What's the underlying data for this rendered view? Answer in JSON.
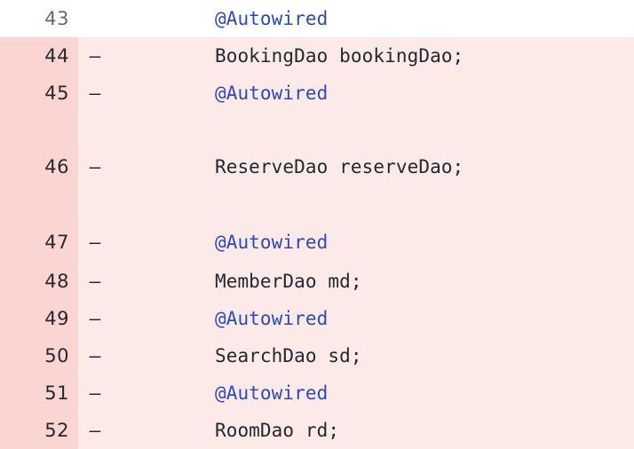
{
  "view": {
    "kind": "code-diff-hunk",
    "language": "java",
    "colors": {
      "context_background": "#ffffff",
      "deletion_background": "#fbeae8",
      "deletion_gutter_background": "#fbd5d2",
      "context_line_number": "#5f6a74",
      "deletion_line_number": "#24292e",
      "code_text": "#24292e",
      "annotation_text": "#2a4bc0"
    }
  },
  "lines": [
    {
      "number": "43",
      "marker": "",
      "type": "context",
      "indent": "        ",
      "code": "@Autowired",
      "token": "annotation",
      "height": "normal"
    },
    {
      "number": "44",
      "marker": "–",
      "type": "deletion",
      "indent": "        ",
      "code": "BookingDao bookingDao;",
      "token": "plain",
      "height": "normal"
    },
    {
      "number": "45",
      "marker": "–",
      "type": "deletion",
      "indent": "        ",
      "code": "@Autowired",
      "token": "annotation",
      "height": "normal"
    },
    {
      "number": "46",
      "marker": "–",
      "type": "deletion",
      "indent": "        ",
      "code": "ReserveDao reserveDao;",
      "token": "plain",
      "height": "tall-46"
    },
    {
      "number": "47",
      "marker": "–",
      "type": "deletion",
      "indent": "        ",
      "code": "@Autowired",
      "token": "annotation",
      "height": "tall-47"
    },
    {
      "number": "48",
      "marker": "–",
      "type": "deletion",
      "indent": "        ",
      "code": "MemberDao md;",
      "token": "plain",
      "height": "normal"
    },
    {
      "number": "49",
      "marker": "–",
      "type": "deletion",
      "indent": "        ",
      "code": "@Autowired",
      "token": "annotation",
      "height": "normal"
    },
    {
      "number": "50",
      "marker": "–",
      "type": "deletion",
      "indent": "        ",
      "code": "SearchDao sd;",
      "token": "plain",
      "height": "normal"
    },
    {
      "number": "51",
      "marker": "–",
      "type": "deletion",
      "indent": "        ",
      "code": "@Autowired",
      "token": "annotation",
      "height": "normal"
    },
    {
      "number": "52",
      "marker": "–",
      "type": "deletion",
      "indent": "        ",
      "code": "RoomDao rd;",
      "token": "plain",
      "height": "normal"
    }
  ]
}
